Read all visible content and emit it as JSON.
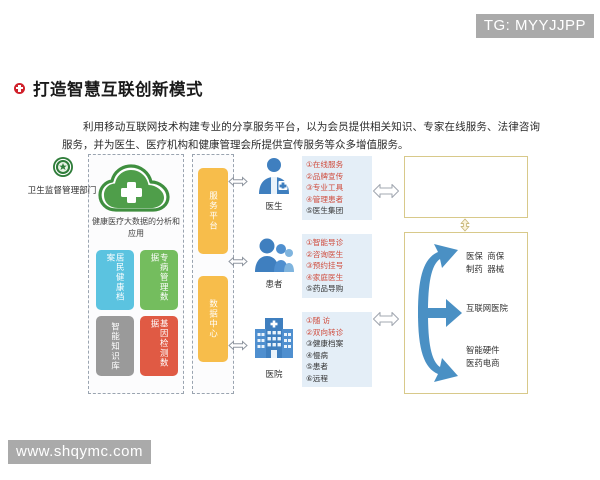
{
  "watermarks": {
    "top": "TG: MYYJJPP",
    "bottom": "www.shqymc.com"
  },
  "header": {
    "title": "打造智慧互联创新模式",
    "bullet_icon": "plus-circle-icon",
    "bullet_color": "#d0202a",
    "subtitle": "利用移动互联网技术构建专业的分享服务平台，以为会员提供相关知识、专家在线服务、法律咨询服务，并为医生、医疗机构和健康管理会所提供宣传服务等众多增值服务。"
  },
  "diagram": {
    "bigdata_panel": {
      "cloud_icon": "cloud-medical-cross-icon",
      "cloud_color": "#3f8f3f",
      "caption": "健康医疗大数据的分析和应用",
      "boxes": [
        {
          "label": "居民健康档案",
          "color": "#5bc3e0"
        },
        {
          "label": "专病管理数据",
          "color": "#74bd5e"
        },
        {
          "label": "智能知识库",
          "color": "#9a9a9a"
        },
        {
          "label": "基因检测数据",
          "color": "#e05a44"
        }
      ]
    },
    "platform_panel": {
      "color": "#f7bd4b",
      "boxes": [
        {
          "label": "服务平台"
        },
        {
          "label": "数据中心"
        }
      ]
    },
    "connectors_left": [
      "double-arrow-icon",
      "double-arrow-icon",
      "double-arrow-icon"
    ],
    "connectors_right": [
      "double-arrow-outline-icon",
      "double-arrow-outline-icon"
    ],
    "actors": [
      {
        "name": "医生",
        "icon": "doctor-icon",
        "items": [
          {
            "text": "①在线服务",
            "highlight": true
          },
          {
            "text": "②品牌宣传",
            "highlight": true
          },
          {
            "text": "③专业工具",
            "highlight": true
          },
          {
            "text": "④管理患者",
            "highlight": true
          },
          {
            "text": "⑤医生集团",
            "highlight": false
          }
        ]
      },
      {
        "name": "患者",
        "icon": "patient-group-icon",
        "items": [
          {
            "text": "①智能导诊",
            "highlight": true
          },
          {
            "text": "②咨询医生",
            "highlight": true
          },
          {
            "text": "③预约挂号",
            "highlight": true
          },
          {
            "text": "④家庭医生",
            "highlight": true
          },
          {
            "text": "⑤药品导购",
            "highlight": false
          }
        ]
      },
      {
        "name": "医院",
        "icon": "hospital-building-icon",
        "items": [
          {
            "text": "①随  访",
            "highlight": true
          },
          {
            "text": "②双向转诊",
            "highlight": true
          },
          {
            "text": "③健康档案",
            "highlight": false
          },
          {
            "text": "④慢病",
            "highlight": false
          },
          {
            "text": "⑤患者",
            "highlight": false
          },
          {
            "text": "⑥远程",
            "highlight": false
          }
        ]
      }
    ],
    "government_panel": {
      "emblem_icon": "health-authority-emblem-icon",
      "emblem_color": "#2f7d3a",
      "label": "卫生监督管理部门",
      "border_color": "#d8c98a"
    },
    "ecosystem_panel": {
      "arrow_icon": "branching-arrow-icon",
      "arrow_color": "#4a90c4",
      "border_color": "#d8c98a",
      "labels": [
        "医保  商保\n制药  器械",
        "互联网医院",
        "智能硬件\n医药电商"
      ]
    }
  }
}
